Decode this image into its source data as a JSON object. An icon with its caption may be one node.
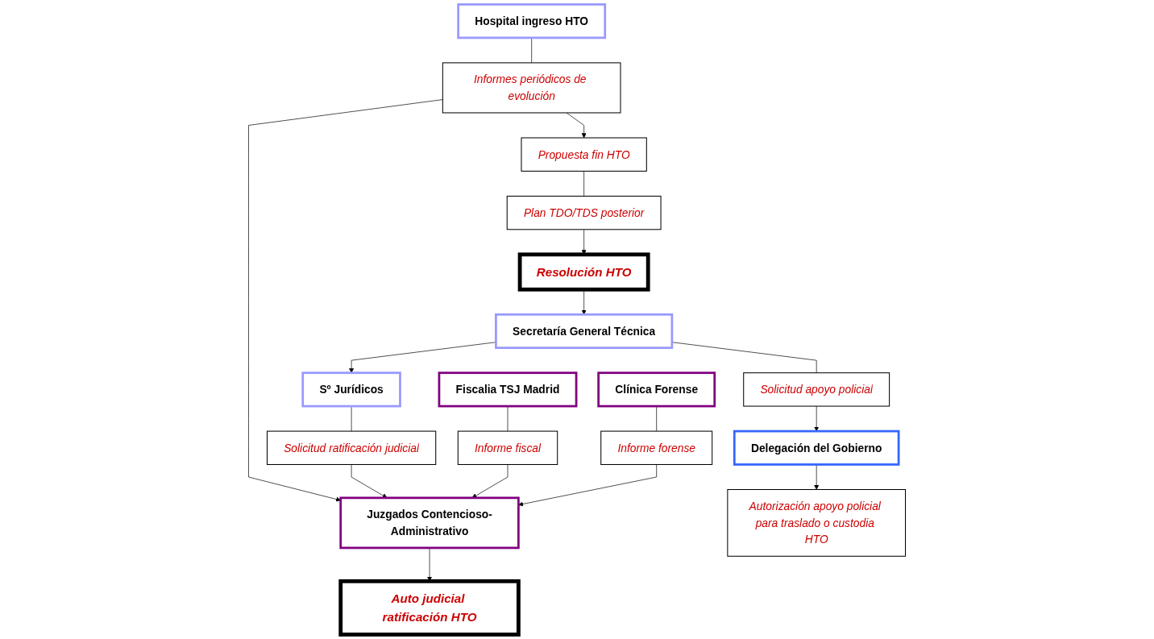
{
  "diagram": {
    "nodes": [
      {
        "text": [
          "Resolución HTO"
        ]
      },
      {
        "text": [
          "Sº Jurídicos"
        ]
      },
      {
        "text": [
          "Secretaría General Técnica"
        ]
      },
      {
        "text": [
          "Solicitud ratificación judicial"
        ]
      },
      {
        "text": [
          "Solicitud apoyo policial"
        ]
      },
      {
        "text": [
          "Juzgados Contencioso-Administrativo"
        ]
      },
      {
        "text": [
          "Delegación del Gobierno"
        ]
      },
      {
        "text": [
          "Fiscalia TSJ Madrid"
        ]
      },
      {
        "text": [
          "Autorización apoyo policial para traslado o custodia HTO"
        ]
      },
      {
        "text": [
          "Informe fiscal"
        ]
      },
      {
        "text": [
          "Clínica Forense"
        ]
      },
      {
        "text": [
          "Informe forense"
        ]
      },
      {
        "text": [
          "Auto judicial ratificación HTO"
        ]
      },
      {
        "text": [
          "Hospital ingreso HTO"
        ]
      },
      {
        "text": [
          "Informes periódicos de evolución"
        ]
      },
      {
        "text": [
          "Propuesta fin HTO"
        ]
      },
      {
        "text": [
          "Plan TDO/TDS posterior"
        ]
      }
    ],
    "edges": [
      {
        "from": 0,
        "to": 2,
        "arrow": "to"
      },
      {
        "from": 2,
        "to": 1,
        "arrow": "to"
      },
      {
        "from": 1,
        "to": 3,
        "arrow": "none"
      },
      {
        "from": 3,
        "to": 5,
        "arrow": "to"
      },
      {
        "from": 2,
        "to": 4,
        "arrow": "none"
      },
      {
        "from": 4,
        "to": 6,
        "arrow": "to"
      },
      {
        "from": 6,
        "to": 8,
        "arrow": "to"
      },
      {
        "from": 7,
        "to": 9,
        "arrow": "none"
      },
      {
        "from": 9,
        "to": 5,
        "arrow": "to"
      },
      {
        "from": 10,
        "to": 11,
        "arrow": "none"
      },
      {
        "from": 11,
        "to": 5,
        "arrow": "to"
      },
      {
        "from": 5,
        "to": 12,
        "arrow": "to"
      },
      {
        "from": 13,
        "to": 14,
        "arrow": "none"
      },
      {
        "from": 14,
        "to": 5,
        "arrow": "to"
      },
      {
        "from": 14,
        "to": 15,
        "arrow": "to"
      },
      {
        "from": 15,
        "to": 16,
        "arrow": "none"
      },
      {
        "from": 16,
        "to": 0,
        "arrow": "to"
      }
    ]
  }
}
